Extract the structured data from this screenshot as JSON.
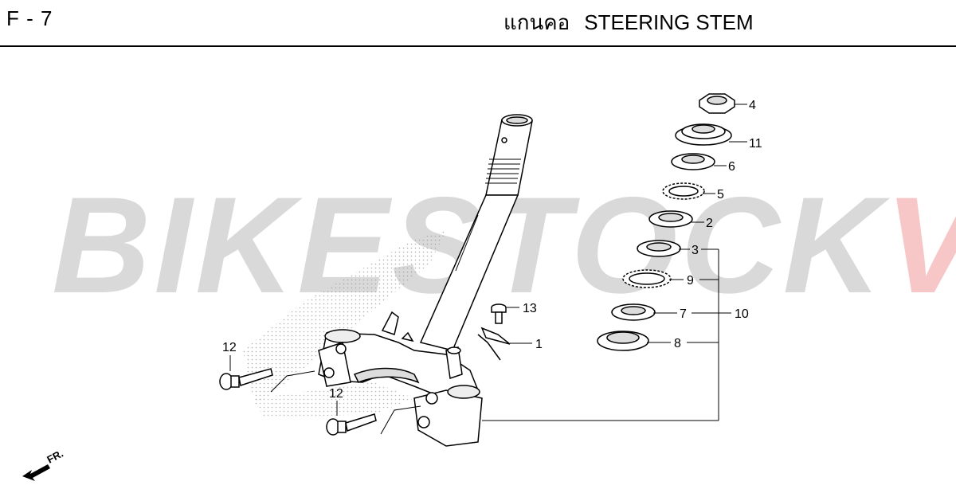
{
  "header": {
    "code": "F - 7",
    "title_thai": "แกนคอ",
    "title_en": "STEERING STEM"
  },
  "watermark": {
    "part_a": "BIKESTOCK",
    "part_b": "VN",
    "color_a": "#aaaaaa",
    "color_b": "#e65050"
  },
  "callouts": {
    "p1": "1",
    "p2": "2",
    "p3": "3",
    "p4": "4",
    "p5": "5",
    "p6": "6",
    "p7": "7",
    "p8": "8",
    "p9": "9",
    "p10": "10",
    "p11": "11",
    "p12a": "12",
    "p12b": "12",
    "p13": "13"
  },
  "direction": {
    "label": "FR."
  }
}
